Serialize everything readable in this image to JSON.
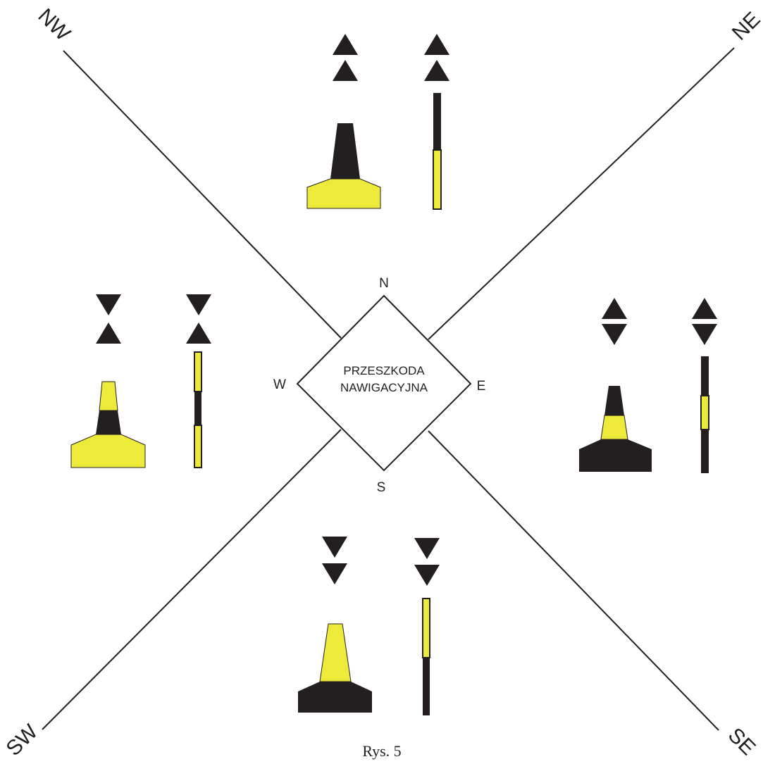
{
  "quadrants": {
    "nw": "NW",
    "ne": "NE",
    "sw": "SW",
    "se": "SE"
  },
  "cardinal": {
    "n": "N",
    "s": "S",
    "w": "W",
    "e": "E"
  },
  "hazard": {
    "line1": "PRZESZKODA",
    "line2": "NAWIGACYJNA"
  },
  "marks": [
    {
      "id": "north",
      "topmark": "two cones pointing up",
      "bands": [
        "black",
        "yellow"
      ]
    },
    {
      "id": "west",
      "topmark": "two cones point to point",
      "bands": [
        "yellow",
        "black",
        "yellow"
      ]
    },
    {
      "id": "east",
      "topmark": "two cones base to base",
      "bands": [
        "black",
        "yellow",
        "black"
      ]
    },
    {
      "id": "south",
      "topmark": "two cones pointing down",
      "bands": [
        "yellow",
        "black"
      ]
    }
  ],
  "colors": {
    "black": "#231f20",
    "yellow": "#eeea3a",
    "line": "#231f20"
  },
  "caption": "Rys. 5"
}
